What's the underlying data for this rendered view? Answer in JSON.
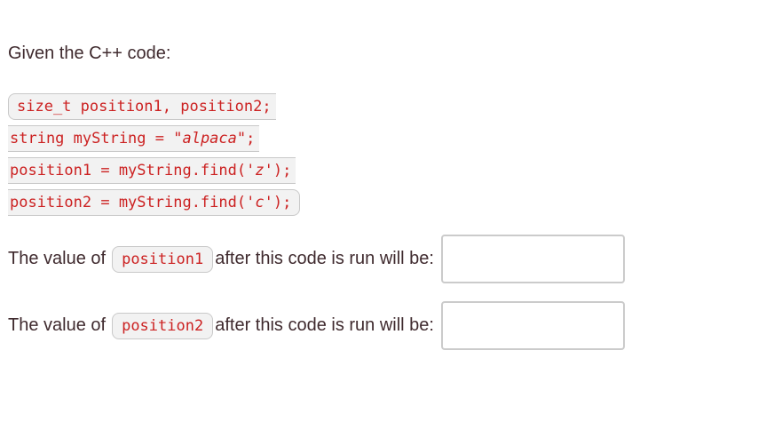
{
  "page": {
    "title": "Given the C++ code:"
  },
  "colors": {
    "body_text": "#3f2a2e",
    "code_red": "#cc2222",
    "code_background": "#f2f2f2",
    "border_gray": "#c9c9c9"
  },
  "code_block": {
    "language": "cpp",
    "lines": [
      {
        "segments": [
          {
            "text": "size_t position1, position2;"
          }
        ]
      },
      {
        "segments": [
          {
            "text": "string myString = "
          },
          {
            "text": "\"alpaca\""
          },
          {
            "text": ";"
          }
        ]
      },
      {
        "segments": [
          {
            "text": "position1 = myString.find("
          },
          {
            "text": "'z'"
          },
          {
            "text": ");"
          }
        ]
      },
      {
        "segments": [
          {
            "text": "position2 = myString.find("
          },
          {
            "text": "'c'"
          },
          {
            "text": ");"
          }
        ]
      }
    ]
  },
  "questions": [
    {
      "prefix": "The value of",
      "variable": "position1",
      "suffix": "after this code is run will be:",
      "answer_value": ""
    },
    {
      "prefix": "The value of",
      "variable": "position2",
      "suffix": "after this code is run will be:",
      "answer_value": ""
    }
  ]
}
